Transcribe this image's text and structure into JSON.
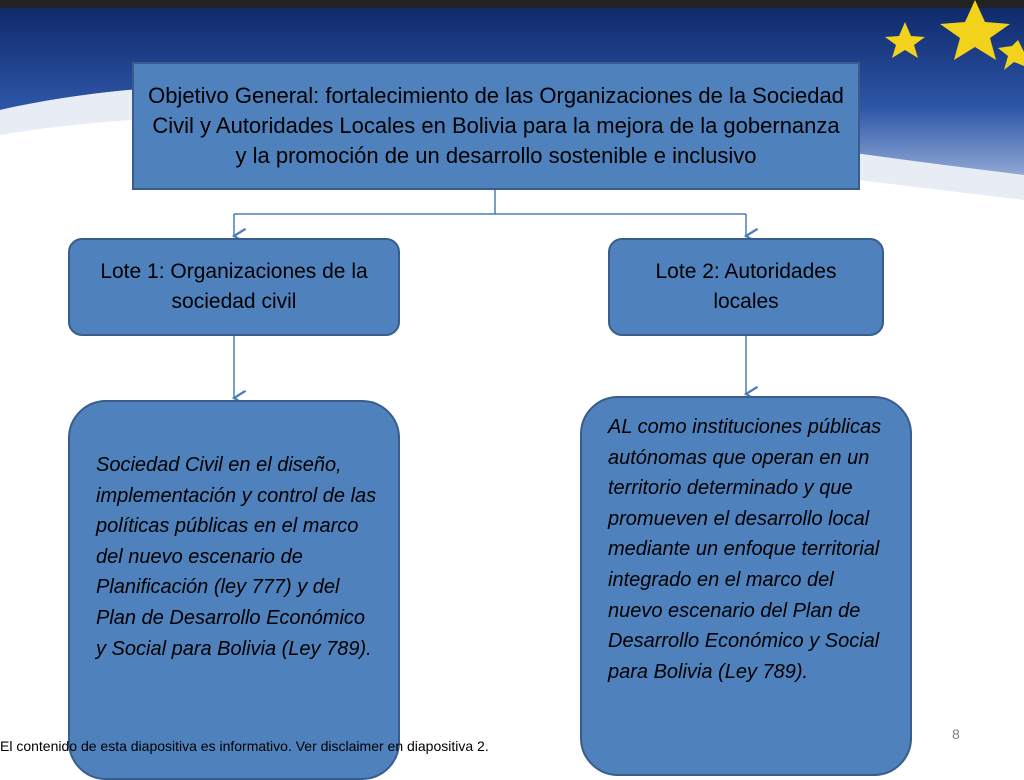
{
  "slide": {
    "objective": "Objetivo General: fortalecimiento de las Organizaciones de la Sociedad Civil y Autoridades Locales en Bolivia para la mejora de la gobernanza y la promoción de un desarrollo sostenible e inclusivo",
    "lot1": "Lote 1:  Organizaciones de la sociedad civil",
    "lot2": "Lote 2: Autoridades locales",
    "desc1": "Sociedad Civil en el diseño, implementación y control de las políticas públicas en el marco del nuevo escenario de Planificación (ley 777) y del Plan de Desarrollo Económico y Social para Bolivia (Ley 789).",
    "desc2": "AL como instituciones públicas autónomas que operan en un territorio determinado y que promueven el desarrollo local mediante un enfoque territorial integrado  en el marco del nuevo escenario del Plan de Desarrollo Económico y Social para Bolivia (Ley 789).",
    "footer": "El contenido de esta diapositiva es informativo. Ver disclaimer en diapositiva 2.",
    "page_number": "8"
  },
  "colors": {
    "box_fill": "#4f81bd",
    "box_border": "#385d8a",
    "banner_blue": "#1f3f86",
    "star": "#f2d21b"
  }
}
